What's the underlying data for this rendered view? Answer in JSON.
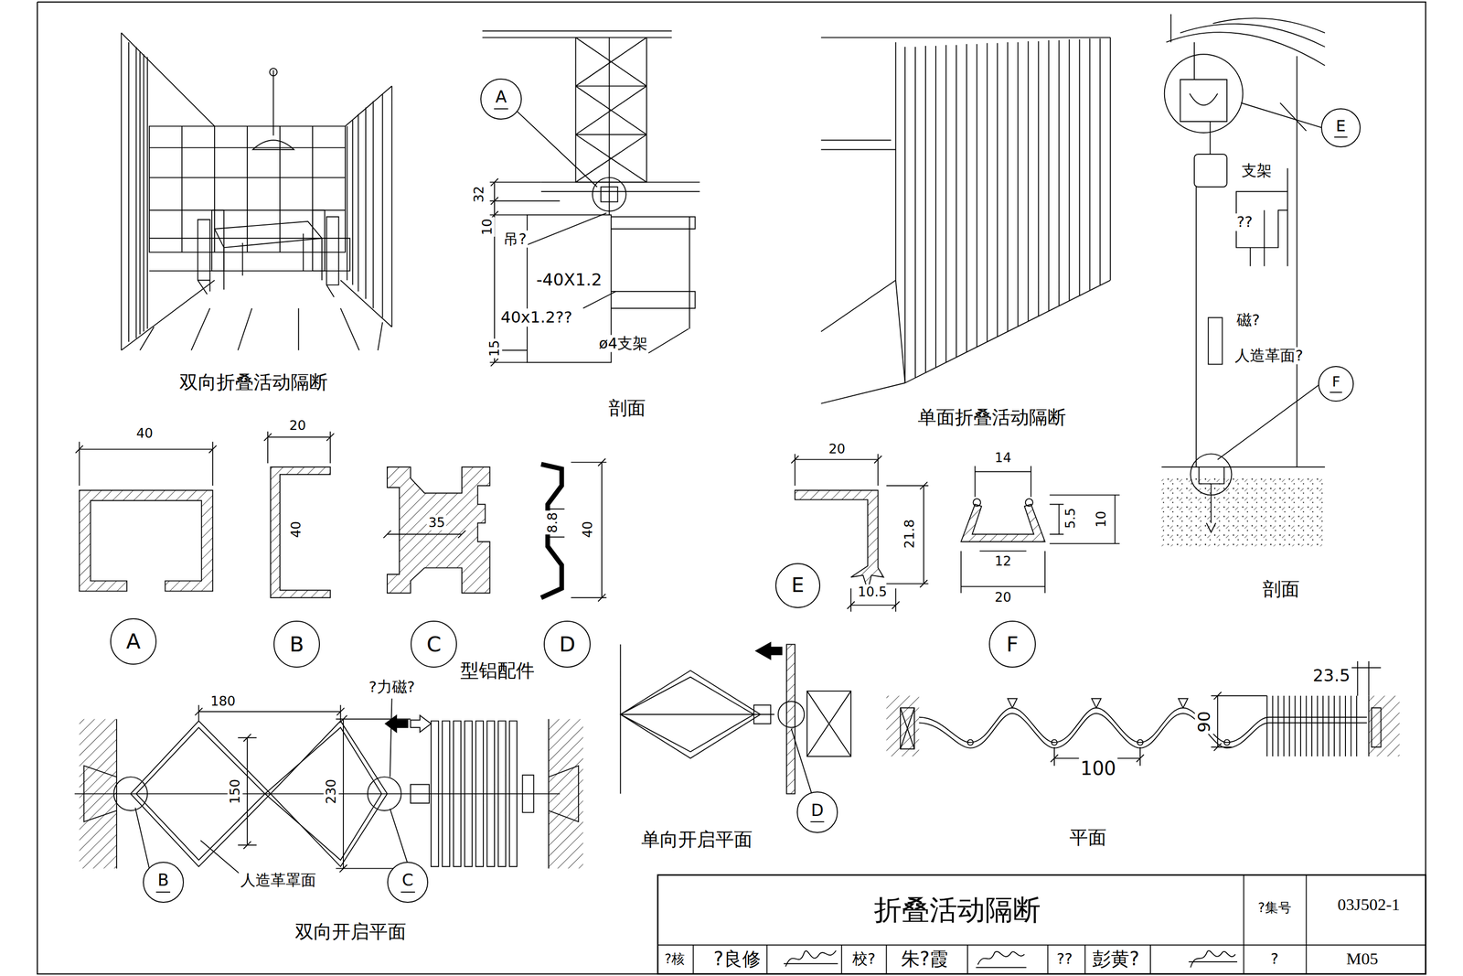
{
  "diagram": {
    "title": "折叠活动隔断",
    "nodes": [
      {
        "text": [
          "A"
        ]
      },
      {
        "text": [
          "E"
        ]
      },
      {
        "text": [
          "F"
        ]
      },
      {
        "text": [
          "E"
        ]
      },
      {
        "text": [
          "A"
        ]
      },
      {
        "text": [
          "B"
        ]
      },
      {
        "text": [
          "C"
        ]
      },
      {
        "text": [
          "D"
        ]
      },
      {
        "text": [
          "F"
        ]
      },
      {
        "text": [
          "D"
        ]
      },
      {
        "text": [
          "B"
        ]
      },
      {
        "text": [
          "C"
        ]
      }
    ],
    "labels": [
      "双向折叠活动隔断",
      "32",
      "10",
      "吊?",
      "-40X1.2",
      "40x1.2??",
      "ø4支架",
      "15",
      "剖面",
      "单面折叠活动隔断",
      "支架",
      "??",
      "磁?",
      "人造革面?",
      "剖面",
      "40",
      "20",
      "40",
      "35",
      "8.8",
      "40",
      "型铝配件",
      "20",
      "21.8",
      "10.5",
      "14",
      "5.5",
      "10",
      "12",
      "20",
      "180",
      "150",
      "230",
      "?力磁?",
      "人造革罩面",
      "双向开启平面",
      "单向开启平面",
      "23.5",
      "90",
      "100",
      "平面",
      "?集号",
      "03J502-1",
      "?核",
      "?良修",
      "校?",
      "朱?霞",
      "??",
      "彭黄?",
      "?",
      "M05"
    ]
  }
}
